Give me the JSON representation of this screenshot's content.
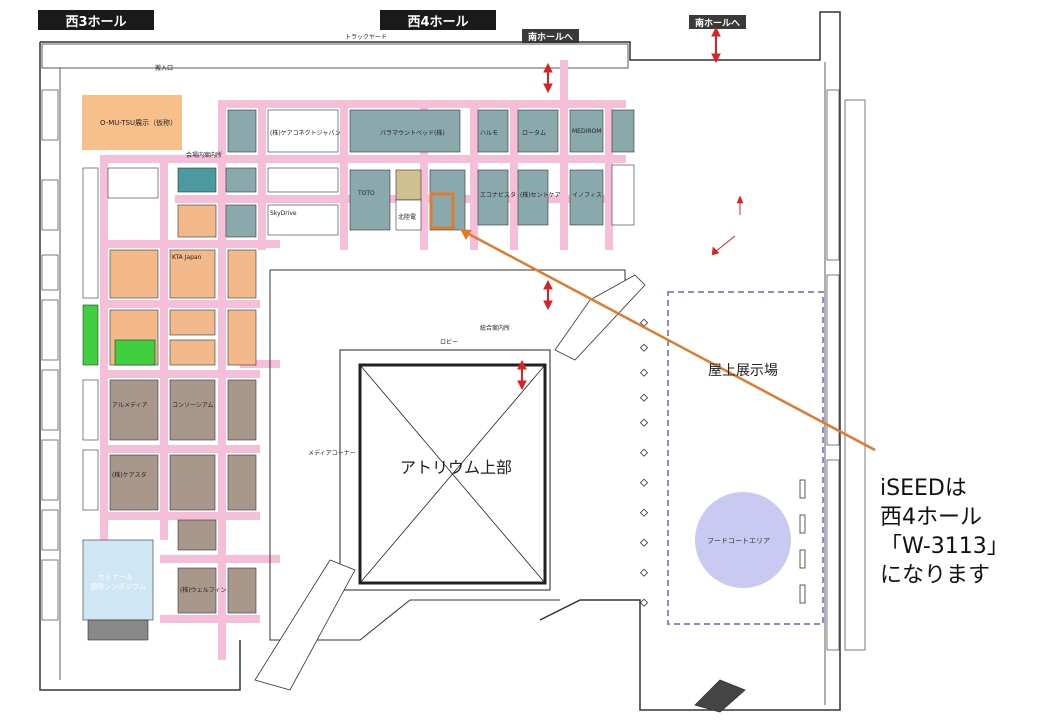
{
  "halls": {
    "west3": "西3ホール",
    "west4": "西4ホール"
  },
  "nav": {
    "south_a": "南ホールへ",
    "south_b": "南ホールへ"
  },
  "areas": {
    "omutsu": "O-MU-TSU展示（仮称）",
    "atrium": "アトリウム上部",
    "rooftop": "屋上展示場",
    "foodcourt": "フードコートエリア",
    "seminar_line1": "セミナー＆",
    "seminar_line2": "国際シンポジウム",
    "lobby": "ロビー",
    "info_main": "総合案内所",
    "info_venue": "会場内案内所",
    "track_yard": "トラックヤード",
    "media_corner": "メディアコーナー",
    "loading": "搬入口"
  },
  "booths": {
    "b1": "(株)ケアコネクトジャパン",
    "b2": "パラマウントベッド(株)",
    "b3": "ハルモ",
    "b4": "ロータム",
    "b5": "MEDIROM",
    "b6": "北陸電",
    "b7": "エコナビスタ",
    "b8": "(株)セントケア",
    "b9": "イノフィス",
    "b10": "TOTO",
    "b11": "KTA Japan",
    "b12": "(株)ウェルフィン",
    "b13": "アルメディア",
    "b14": "コンソーシアム",
    "b15": "(株)ケアスタ",
    "b16": "SkyDrive"
  },
  "callout": {
    "line1": "iSEEDは",
    "line2": "西4ホール",
    "line3": "「W-3113」",
    "line4": "になります"
  },
  "colors": {
    "aisle": "#f6bfd9",
    "booth_teal": "#8aa9ad",
    "booth_orange": "#f3b98a",
    "booth_brown": "#a8978a",
    "booth_green": "#3fcf3f",
    "booth_blue": "#4a84c0",
    "highlight": "#e07a2e",
    "rooftop_border": "#8a8ad6",
    "foodcourt": "#c9c9f2",
    "arrow_red": "#e02020"
  }
}
